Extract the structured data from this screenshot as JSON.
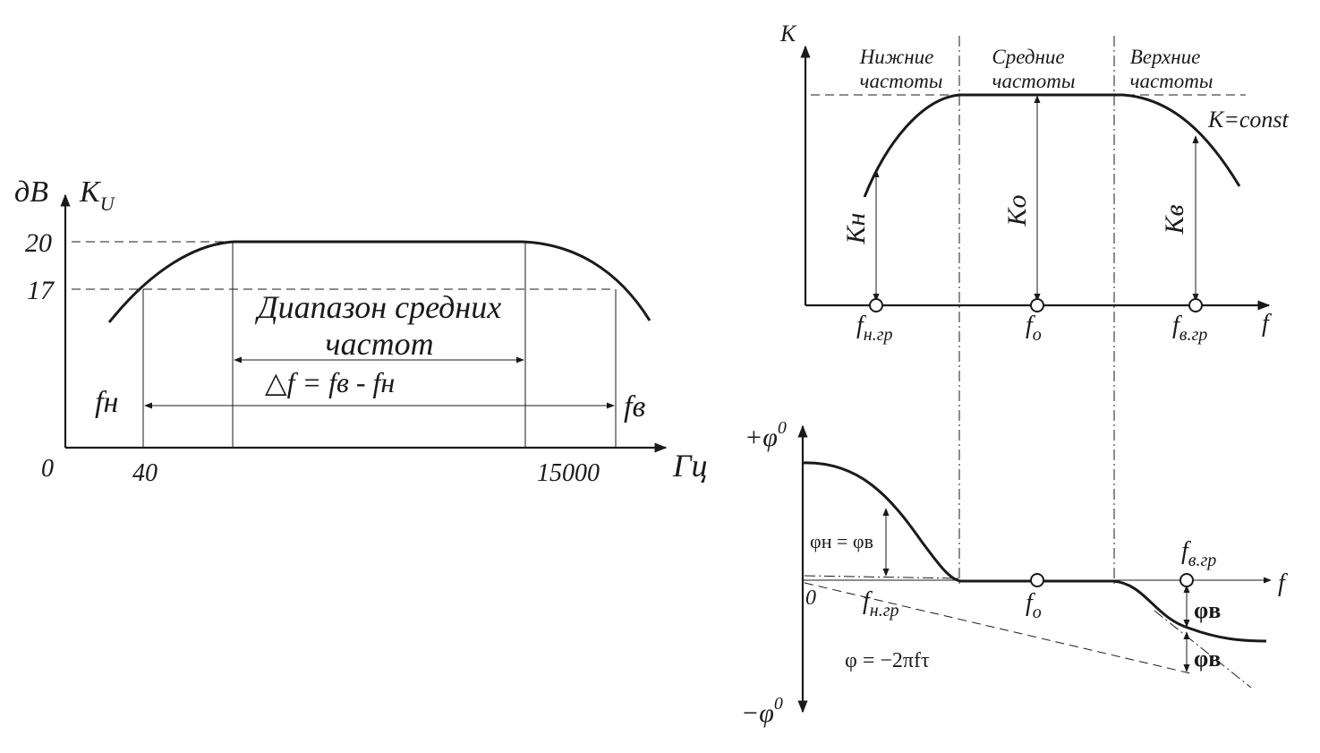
{
  "left_graph": {
    "y_unit": "дB",
    "y_name": "K",
    "y_name_sub": "U",
    "x_unit": "Гц",
    "origin": "0",
    "tick_20": "20",
    "tick_17": "17",
    "tick_40": "40",
    "tick_15000": "15000",
    "band_title_line1": "Диапазон средних",
    "band_title_line2": "частот",
    "delta_formula": "△f = fв - fн",
    "f_low": "fн",
    "f_high": "fв"
  },
  "amp_graph": {
    "y_label": "K",
    "x_label": "f",
    "region_low_1": "Нижние",
    "region_low_2": "частоты",
    "region_mid_1": "Средние",
    "region_mid_2": "частоты",
    "region_high_1": "Верхние",
    "region_high_2": "частоты",
    "k_const": "K=const",
    "k_low": "Kн",
    "k_mid": "Kо",
    "k_high": "Kв",
    "f_low_main": "f",
    "f_low_sub": "н.гр",
    "f_mid_main": "f",
    "f_mid_sub": "о",
    "f_high_main": "f",
    "f_high_sub": "в.гр"
  },
  "phase_graph": {
    "y_pos": "+φ",
    "y_neg": "−φ",
    "deg": "0",
    "x_label": "f",
    "origin": "0",
    "phase_eq": "φн = φв",
    "formula": "φ = −2πfτ",
    "f_low_main": "f",
    "f_low_sub": "н.гр",
    "f_mid_main": "f",
    "f_mid_sub": "о",
    "f_high_main": "f",
    "f_high_sub": "в.гр",
    "phi_b1": "φв",
    "phi_b2": "φв"
  }
}
